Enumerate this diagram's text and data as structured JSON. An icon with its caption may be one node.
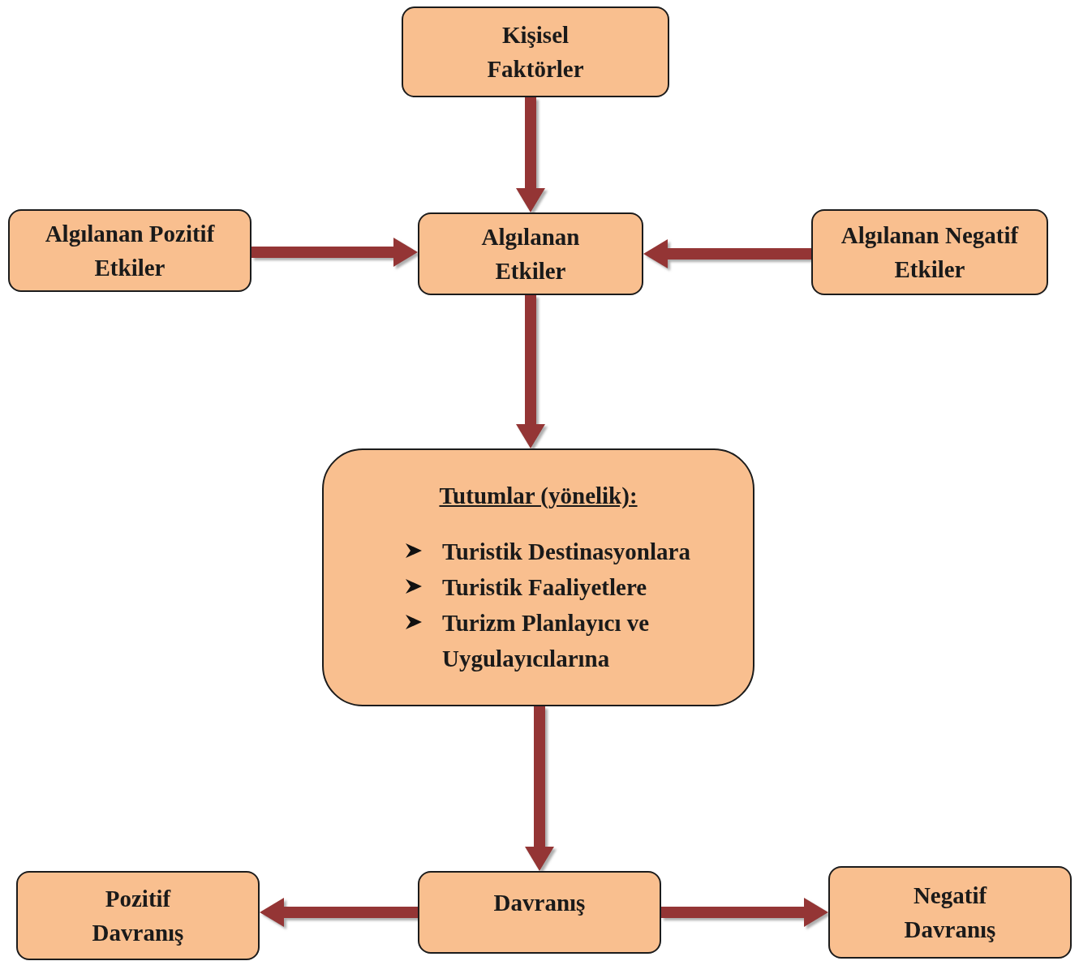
{
  "diagram": {
    "nodes": [
      {
        "text": [
          "Kişisel Faktörler"
        ]
      },
      {
        "text": [
          "Algılanan Pozitif Etkiler"
        ]
      },
      {
        "text": [
          "Algılanan Etkiler"
        ]
      },
      {
        "text": [
          "Algılanan Negatif Etkiler"
        ]
      },
      {
        "text": [
          "Tutumlar (yönelik):",
          "Turistik Destinasyonlara",
          "Turistik Faaliyetlere",
          "Turizm Planlayıcı ve Uygulayıcılarına"
        ]
      },
      {
        "text": [
          "Pozitif Davranış"
        ]
      },
      {
        "text": [
          "Davranış"
        ]
      },
      {
        "text": [
          "Negatif Davranış"
        ]
      }
    ],
    "edges": [
      {
        "from": 0,
        "to": 2,
        "arrow": "to"
      },
      {
        "from": 1,
        "to": 2,
        "arrow": "to"
      },
      {
        "from": 3,
        "to": 2,
        "arrow": "to"
      },
      {
        "from": 2,
        "to": 4,
        "arrow": "to"
      },
      {
        "from": 4,
        "to": 6,
        "arrow": "to"
      },
      {
        "from": 6,
        "to": 5,
        "arrow": "to"
      },
      {
        "from": 6,
        "to": 7,
        "arrow": "to"
      }
    ]
  }
}
